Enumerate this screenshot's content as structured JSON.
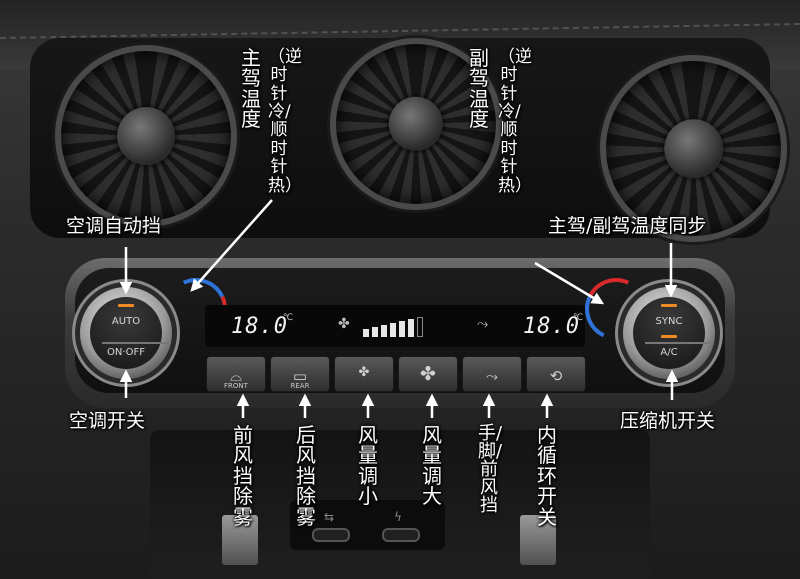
{
  "panel": {
    "knob_left": {
      "top_label": "AUTO",
      "bottom_label": "ON·OFF"
    },
    "knob_right": {
      "top_label": "SYNC",
      "bottom_label": "A/C"
    },
    "display": {
      "driver_temp": "18.0",
      "passenger_temp": "18.0",
      "unit": "℃"
    },
    "buttons": [
      {
        "glyph": "⌓",
        "small": "FRONT"
      },
      {
        "glyph": "▭",
        "small": "REAR"
      },
      {
        "glyph": "✤",
        "small": ""
      },
      {
        "glyph": "✤",
        "small": ""
      },
      {
        "glyph": "⤳",
        "small": ""
      },
      {
        "glyph": "⟲",
        "small": ""
      }
    ]
  },
  "annotations": {
    "driver_temp_title": "主驾温度",
    "driver_temp_note": "（逆时针冷/顺时针热）",
    "passenger_temp_title": "副驾温度",
    "passenger_temp_note": "（逆时针冷/顺时针热）",
    "auto": "空调自动挡",
    "power": "空调开关",
    "sync": "主驾/副驾温度同步",
    "compressor": "压缩机开关",
    "front_defrost": "前风挡除雾",
    "rear_defrost": "后风挡除雾",
    "fan_down": "风量调小",
    "fan_up": "风量调大",
    "airflow_mode": "手/脚/前风挡",
    "recirculation": "内循环开关"
  }
}
